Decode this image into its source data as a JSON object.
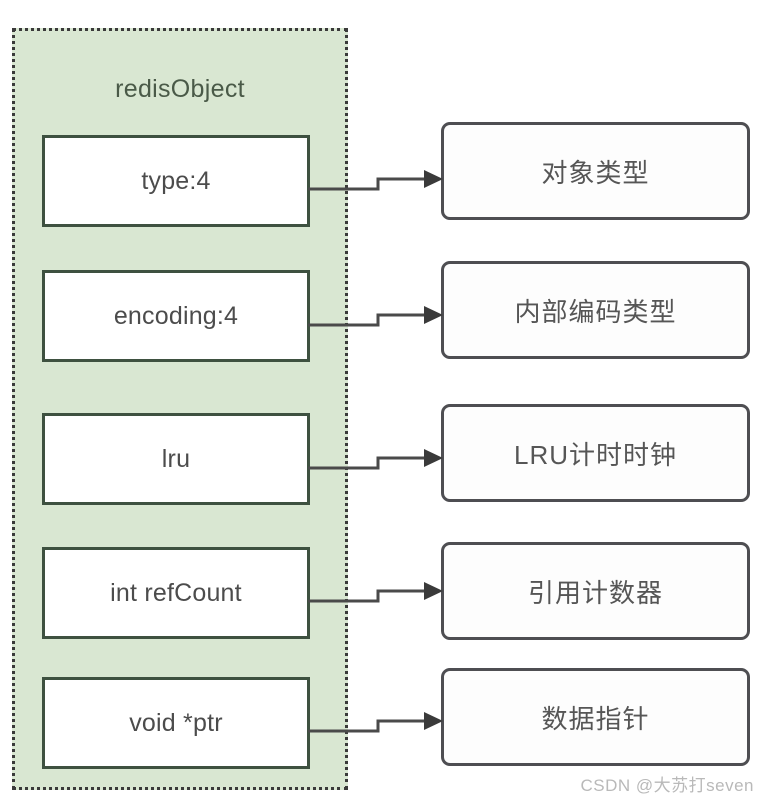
{
  "diagram": {
    "title": "redisObject",
    "container_fill": "#d9e7d2",
    "container_border": "#3a3a3a",
    "field_border": "#3e5140",
    "desc_border": "#4e4e52",
    "connector_color": "#4a4a4a",
    "rows": [
      {
        "field": "type:4",
        "description": "对象类型"
      },
      {
        "field": "encoding:4",
        "description": "内部编码类型"
      },
      {
        "field": "lru",
        "description": "LRU计时时钟"
      },
      {
        "field": "int refCount",
        "description": "引用计数器"
      },
      {
        "field": "void *ptr",
        "description": "数据指针"
      }
    ]
  },
  "watermark": {
    "text": "CSDN @大苏打seven"
  }
}
